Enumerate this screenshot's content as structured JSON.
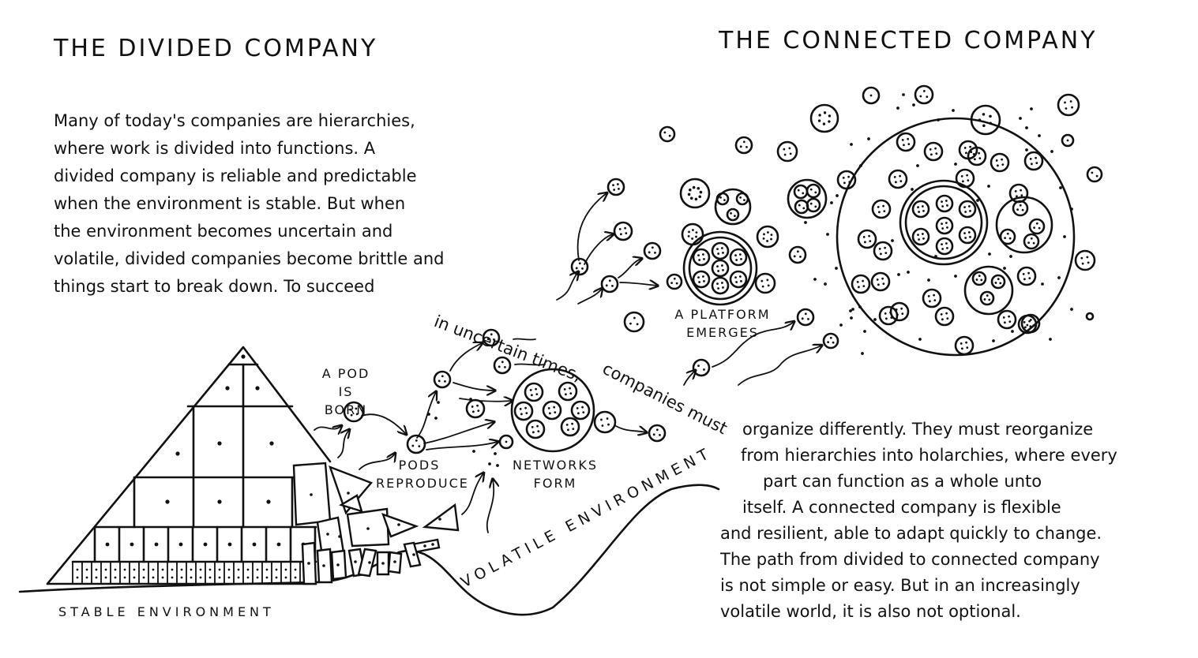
{
  "titles": {
    "divided": "THE DIVIDED COMPANY",
    "connected": "THE CONNECTED COMPANY"
  },
  "paragraph1": [
    "Many of today's companies are hierarchies,",
    "where work is divided into functions. A",
    "divided company is reliable and predictable",
    "when the environment is stable. But when",
    "the environment becomes uncertain and",
    "volatile, divided companies become brittle and",
    "things start to break down. To succeed"
  ],
  "curved_text": {
    "part1": "in uncertain times,",
    "part2": "companies must"
  },
  "paragraph2": [
    "organize differently. They must reorganize",
    "from hierarchies into holarchies, where every",
    "part can function as a whole unto",
    "itself. A connected company is flexible",
    "and resilient, able to adapt quickly to change.",
    "The path from divided to connected company",
    "is not simple or easy. But in an increasingly",
    "volatile world, it is also not optional."
  ],
  "labels": {
    "pod_born": [
      "A POD",
      "IS BORN"
    ],
    "pods_reproduce": [
      "PODS",
      "REPRODUCE"
    ],
    "networks_form": [
      "NETWORKS",
      "FORM"
    ],
    "platform_emerges": [
      "A PLATFORM",
      "EMERGES"
    ],
    "stable_environment": "STABLE ENVIRONMENT",
    "volatile_environment": "VOLATILE ENVIRONMENT"
  }
}
